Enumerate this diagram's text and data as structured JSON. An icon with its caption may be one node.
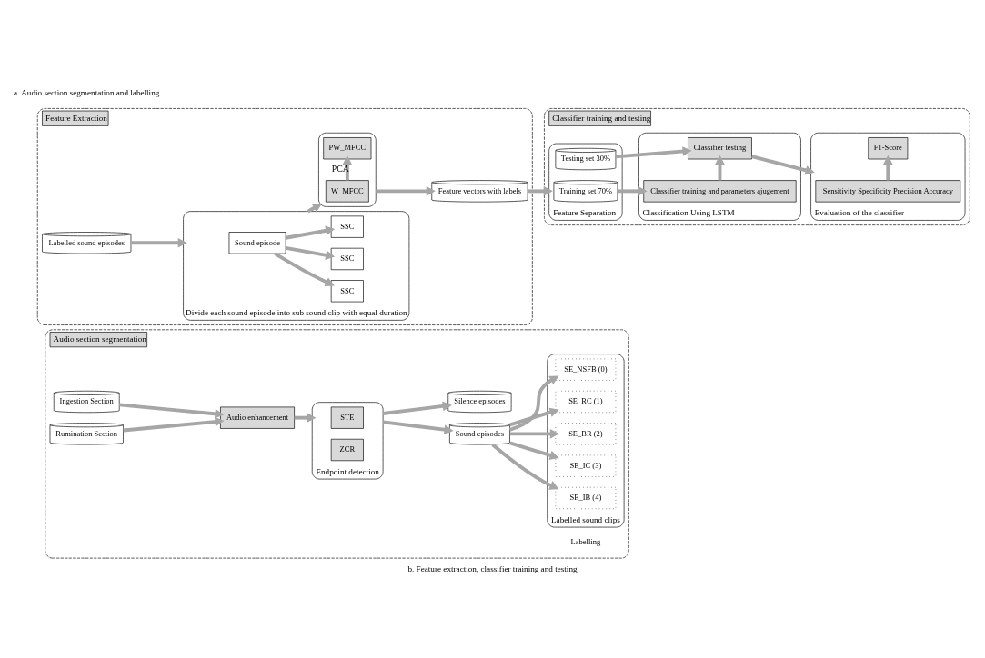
{
  "diagram": {
    "caption": "b. Feature extraction, classifier training and testing",
    "nodes": [
      {
        "text": [
          "Audio section segmentation"
        ]
      },
      {
        "text": [
          "Ingestion Section"
        ],
        "in": 0
      },
      {
        "text": [
          "Rumination Section"
        ],
        "in": 0
      },
      {
        "text": [
          "Audio enhancement"
        ],
        "in": 0
      },
      {
        "text": [
          "Endpoint detection"
        ],
        "in": 0
      },
      {
        "text": [
          "STE"
        ],
        "in": 4
      },
      {
        "text": [
          "ZCR"
        ],
        "in": 4
      },
      {
        "text": [
          "Sound episodes"
        ],
        "in": 0
      },
      {
        "text": [
          "Silence episodes"
        ],
        "in": 0
      },
      {
        "text": [
          "Labelled sound clips"
        ],
        "in": 0
      },
      {
        "text": [
          "SE_IB (4)"
        ],
        "in": 9
      },
      {
        "text": [
          "SE_IC (3)"
        ],
        "in": 9
      },
      {
        "text": [
          "SE_BR (2)"
        ],
        "in": 9
      },
      {
        "text": [
          "SE_RC (1)"
        ],
        "in": 9
      },
      {
        "text": [
          "SE_NSFB (0)"
        ],
        "in": 9
      },
      {
        "text": [
          "Feature Extraction"
        ]
      },
      {
        "text": [
          "Labelled sound episodes"
        ],
        "in": 15
      },
      {
        "text": [
          "Divide each sound episode into sub sound clip with equal duration"
        ],
        "in": 15
      },
      {
        "text": [
          "Sound episode"
        ],
        "in": 17
      },
      {
        "text": [
          "SSC"
        ],
        "in": 17
      },
      {
        "text": [
          "SSC"
        ],
        "in": 17
      },
      {
        "text": [
          "SSC"
        ],
        "in": 17
      },
      {
        "text": [],
        "shape": "box",
        "in": 15
      },
      {
        "text": [
          "W_MFCC"
        ],
        "in": 22
      },
      {
        "text": [
          "PW_MFCC"
        ],
        "in": 22
      },
      {
        "text": [
          "Feature vectors with labels"
        ],
        "in": 15
      },
      {
        "text": [
          "Classifier training and testing"
        ]
      },
      {
        "text": [
          "Feature Separation"
        ],
        "in": 26
      },
      {
        "text": [
          "Training set 70%"
        ],
        "in": 27
      },
      {
        "text": [
          "Testing set 30%"
        ],
        "in": 27
      },
      {
        "text": [
          "Classification Using LSTM"
        ],
        "in": 26
      },
      {
        "text": [
          "Classifier training and parameters ajugement"
        ],
        "in": 30
      },
      {
        "text": [
          "Classifier testing"
        ],
        "in": 30
      },
      {
        "text": [
          "Evaluation of the classifier"
        ],
        "in": 26
      },
      {
        "text": [
          "Sensitivity Specificity Precision Accuracy"
        ],
        "in": 33
      },
      {
        "text": [
          "F1-Score"
        ],
        "in": 33
      }
    ],
    "edges": [
      {
        "from": 1,
        "to": 3,
        "arrow": "to"
      },
      {
        "from": 2,
        "to": 3,
        "arrow": "to"
      },
      {
        "from": 3,
        "to": 4,
        "arrow": "to"
      },
      {
        "from": 4,
        "to": 7,
        "arrow": "to"
      },
      {
        "from": 4,
        "to": 8,
        "arrow": "to"
      },
      {
        "from": 7,
        "to": 10,
        "arrow": "to"
      },
      {
        "from": 7,
        "to": 11,
        "arrow": "to"
      },
      {
        "from": 7,
        "to": 12,
        "arrow": "to"
      },
      {
        "from": 7,
        "to": 13,
        "arrow": "to"
      },
      {
        "from": 7,
        "to": 14,
        "arrow": "to"
      },
      {
        "from": 16,
        "to": 17,
        "arrow": "to"
      },
      {
        "from": 18,
        "to": 19,
        "arrow": "to"
      },
      {
        "from": 18,
        "to": 20,
        "arrow": "to"
      },
      {
        "from": 18,
        "to": 21,
        "arrow": "to"
      },
      {
        "from": 17,
        "to": 22,
        "arrow": "to"
      },
      {
        "from": 23,
        "to": 24,
        "arrow": "to",
        "label": "PCA"
      },
      {
        "from": 22,
        "to": 25,
        "arrow": "to"
      },
      {
        "from": 25,
        "to": 27,
        "arrow": "to"
      },
      {
        "from": 28,
        "to": 31,
        "arrow": "to"
      },
      {
        "from": 29,
        "to": 32,
        "arrow": "to"
      },
      {
        "from": 31,
        "to": 32,
        "arrow": "to"
      },
      {
        "from": 32,
        "to": 33,
        "arrow": "to"
      },
      {
        "from": 34,
        "to": 35,
        "arrow": "to"
      }
    ],
    "labels": [
      "Labelling",
      "a. Audio section segmentation and labelling"
    ]
  }
}
